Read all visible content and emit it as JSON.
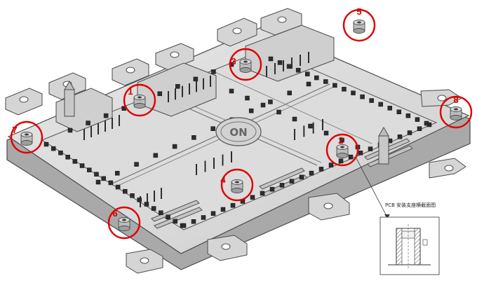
{
  "diagram": {
    "logo_text": "ON",
    "inset_label": "PCB 安装支座横截面图",
    "callouts": [
      {
        "id": "1",
        "label": "1"
      },
      {
        "id": "2",
        "label": "2"
      },
      {
        "id": "3",
        "label": "3"
      },
      {
        "id": "4",
        "label": "4"
      },
      {
        "id": "5",
        "label": "5"
      },
      {
        "id": "6",
        "label": "6"
      },
      {
        "id": "7",
        "label": "7"
      },
      {
        "id": "8",
        "label": "8"
      }
    ],
    "colors": {
      "callout": "#e00000",
      "body_top": "#d9d9d9",
      "body_side": "#a9a9a9",
      "edge": "#4a4a4a",
      "pin": "#2e2e2e"
    }
  }
}
